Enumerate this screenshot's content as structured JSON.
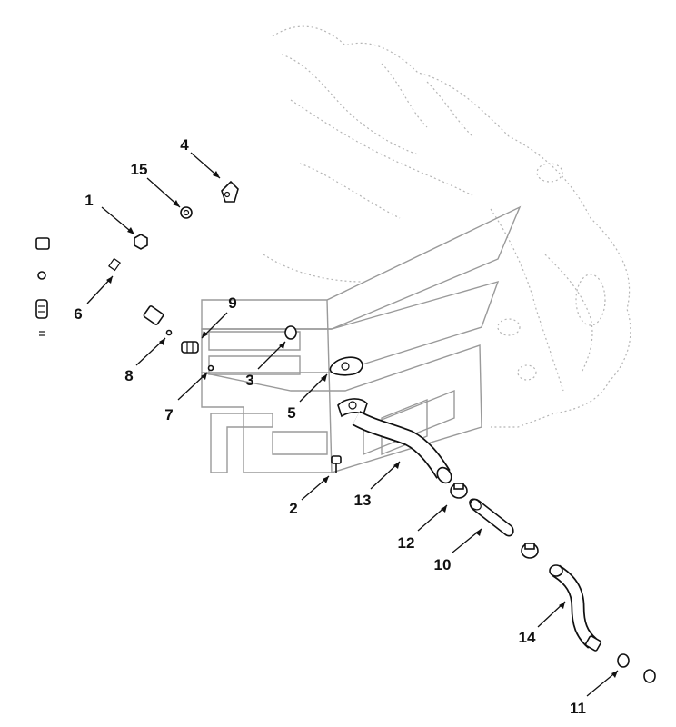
{
  "callouts": [
    {
      "id": "1",
      "label": "1"
    },
    {
      "id": "2",
      "label": "2"
    },
    {
      "id": "3",
      "label": "3"
    },
    {
      "id": "4",
      "label": "4"
    },
    {
      "id": "5",
      "label": "5"
    },
    {
      "id": "6",
      "label": "6"
    },
    {
      "id": "7",
      "label": "7"
    },
    {
      "id": "8",
      "label": "8"
    },
    {
      "id": "9",
      "label": "9"
    },
    {
      "id": "10",
      "label": "10"
    },
    {
      "id": "11",
      "label": "11"
    },
    {
      "id": "12",
      "label": "12"
    },
    {
      "id": "13",
      "label": "13"
    },
    {
      "id": "14",
      "label": "14"
    },
    {
      "id": "15",
      "label": "15"
    }
  ],
  "colors": {
    "line": "#111111",
    "engine_outline": "#b5b5b5",
    "bracket": "#9a9a9a",
    "background": "#ffffff"
  }
}
